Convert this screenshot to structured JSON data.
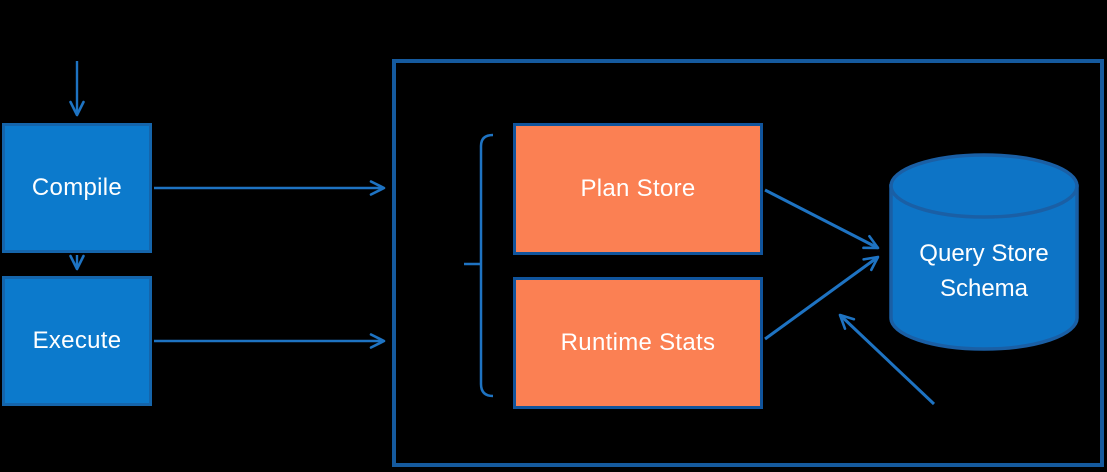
{
  "colors": {
    "background": "#000000",
    "box_fill": "#0C7ACC",
    "box_border": "#1565AB",
    "orange_fill": "#FB8053",
    "orange_border": "#10549C",
    "big_box_border": "#155A9E",
    "cylinder_fill": "#0D74C6",
    "cylinder_border": "#1A5FA5",
    "arrow": "#1E73C2",
    "text": "#FFFFFF"
  },
  "nodes": {
    "compile": {
      "label": "Compile"
    },
    "execute": {
      "label": "Execute"
    },
    "plan_store": {
      "label": "Plan Store"
    },
    "runtime_stats": {
      "label": "Runtime Stats"
    },
    "query_store_schema": {
      "label": "Query Store Schema"
    }
  }
}
